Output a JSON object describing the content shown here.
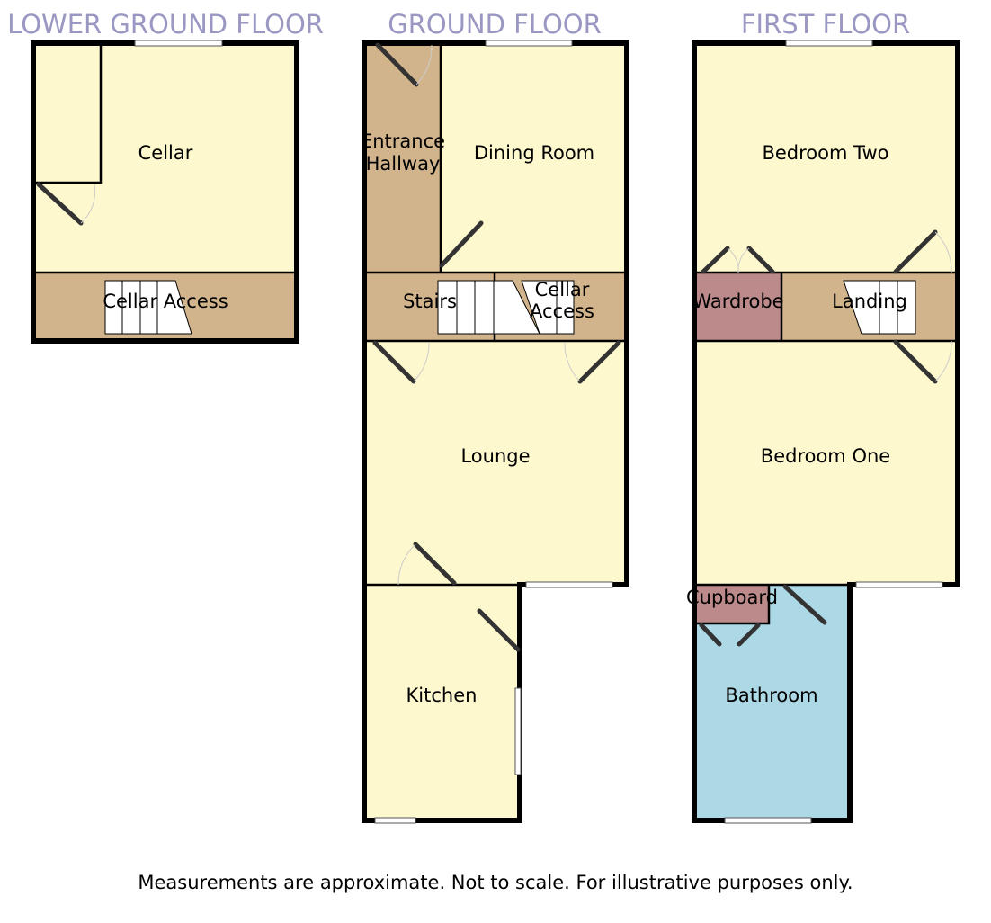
{
  "floors": {
    "lower_ground": {
      "title": "LOWER GROUND FLOOR",
      "rooms": {
        "cellar": "Cellar",
        "cellar_access": "Cellar Access"
      }
    },
    "ground": {
      "title": "GROUND FLOOR",
      "rooms": {
        "entrance_1": "Entrance",
        "entrance_2": "Hallway",
        "dining": "Dining Room",
        "stairs": "Stairs",
        "cellar_access_1": "Cellar",
        "cellar_access_2": "Access",
        "lounge": "Lounge",
        "kitchen": "Kitchen"
      }
    },
    "first": {
      "title": "FIRST FLOOR",
      "rooms": {
        "bedroom_two": "Bedroom Two",
        "wardrobe": "Wardrobe",
        "landing": "Landing",
        "bedroom_one": "Bedroom One",
        "cupboard": "Cupboard",
        "bathroom": "Bathroom"
      }
    }
  },
  "footer": "Measurements are approximate. Not to scale. For illustrative purposes only.",
  "colors": {
    "room": "#fdf8cd",
    "hall": "#d2b48c",
    "storage": "#bc8a8a",
    "bath": "#add8e6",
    "title": "#9a98c2"
  }
}
